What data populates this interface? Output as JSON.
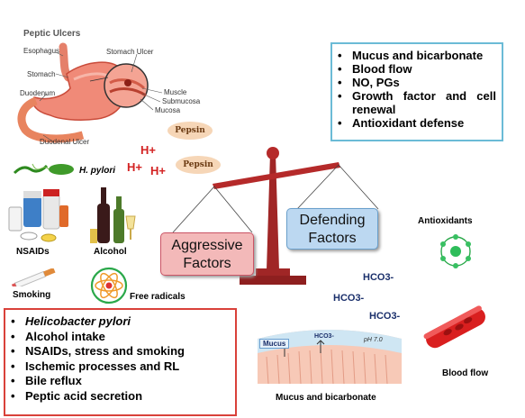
{
  "title": "Peptic Ulcers",
  "stomach_labels": {
    "esophagus": "Esophagus",
    "stomach": "Stomach",
    "stomach_ulcer": "Stomach Ulcer",
    "duodenum": "Duodenum",
    "duodenal_ulcer": "Duodenal Ulcer",
    "muscle": "Muscle",
    "submucosa": "Submucosa",
    "mucosa": "Mucosa"
  },
  "pepsin": [
    "Pepsin",
    "Pepsin"
  ],
  "h_plus": [
    "H+",
    "H+",
    "H+"
  ],
  "h_pylori": "H. pylori",
  "icons": {
    "nsaids": "NSAIDs",
    "alcohol": "Alcohol",
    "smoking": "Smoking",
    "free_radicals": "Free radicals",
    "antioxidants": "Antioxidants",
    "blood_flow": "Blood flow",
    "mucus_bicarbonate": "Mucus and bicarbonate"
  },
  "scale": {
    "aggressive": [
      "Aggressive",
      "Factors"
    ],
    "defending": [
      "Defending",
      "Factors"
    ]
  },
  "hco3": [
    "HCO3-",
    "HCO3-",
    "HCO3-"
  ],
  "mucus_panel": {
    "mucus": "Mucus",
    "hco3": "HCO3-",
    "ph": "pH 7.0"
  },
  "defending_list": [
    "Mucus and bicarbonate",
    "Blood flow",
    "NO, PGs",
    "Growth factor and cell renewal",
    "Antioxidant defense"
  ],
  "aggressive_list": [
    "Helicobacter pylori",
    "Alcohol intake",
    "NSAIDs, stress and smoking",
    "Ischemic processes and RL",
    "Bile reflux",
    "Peptic acid secretion"
  ],
  "colors": {
    "scale_red": "#b52a2a",
    "aggressive_box": "#f3b9b9",
    "defending_box": "#bcd8f1",
    "defending_border": "#6bbbd6",
    "aggressive_border": "#d9413a",
    "hplus": "#d32222",
    "hco3": "#1a2f6b"
  }
}
